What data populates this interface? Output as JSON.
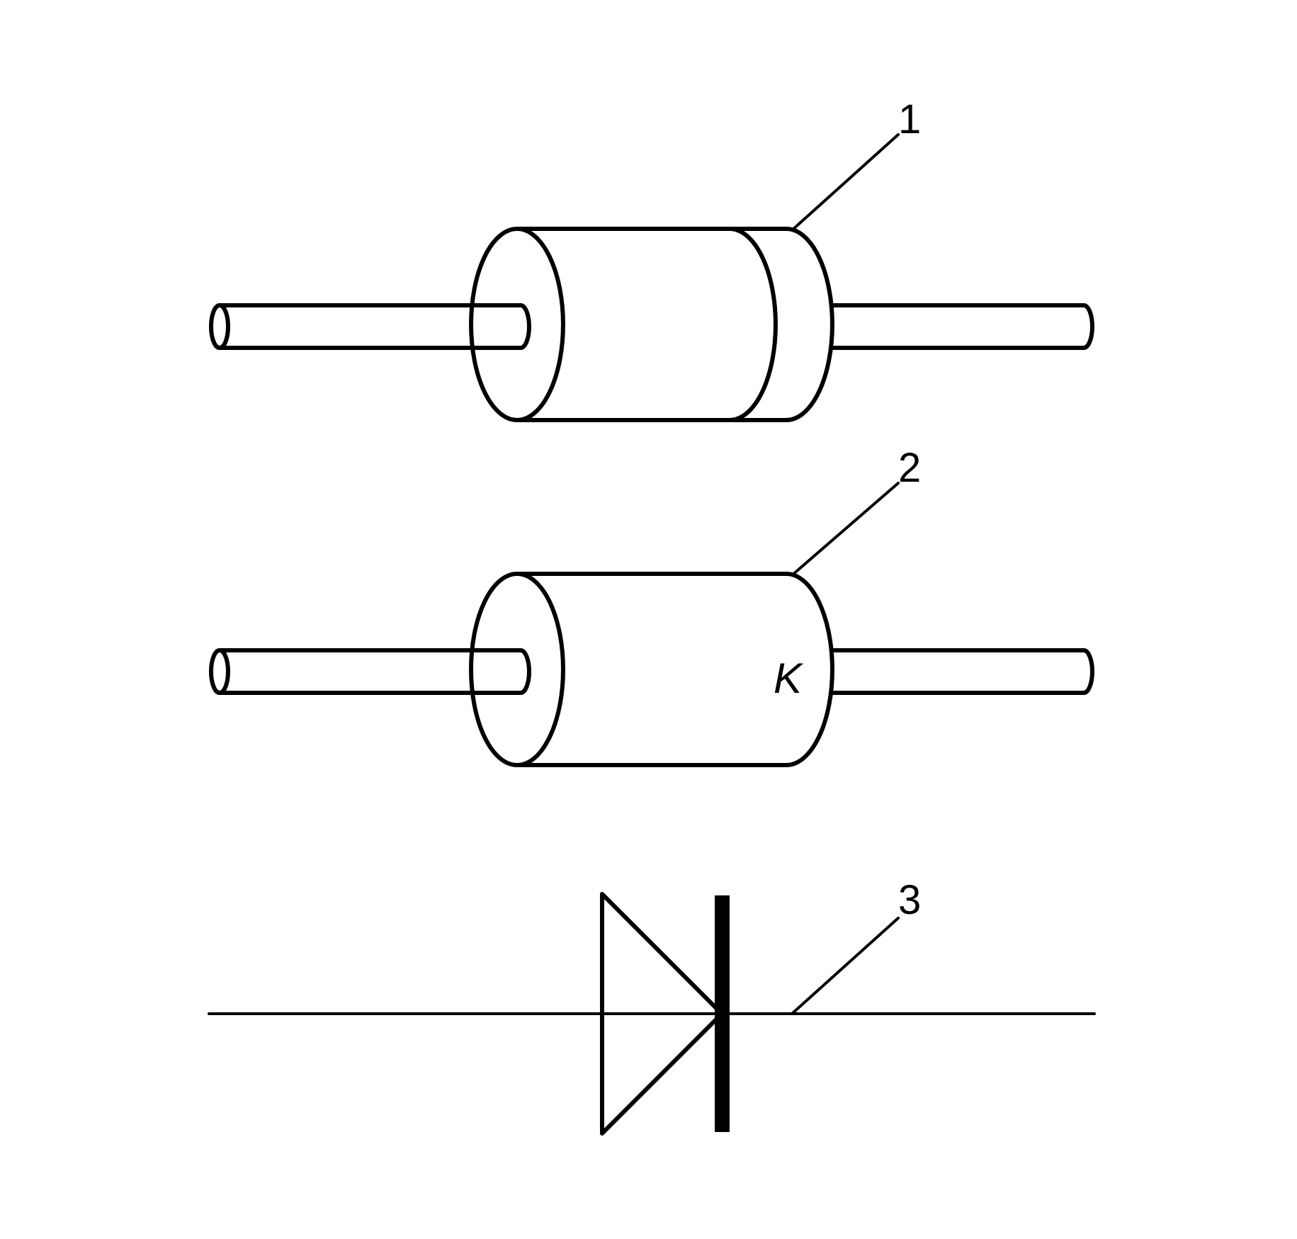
{
  "callouts": {
    "one": "1",
    "two": "2",
    "three": "3"
  },
  "diode_body_marking": "K",
  "colors": {
    "line": "#000000",
    "background": "#ffffff"
  }
}
